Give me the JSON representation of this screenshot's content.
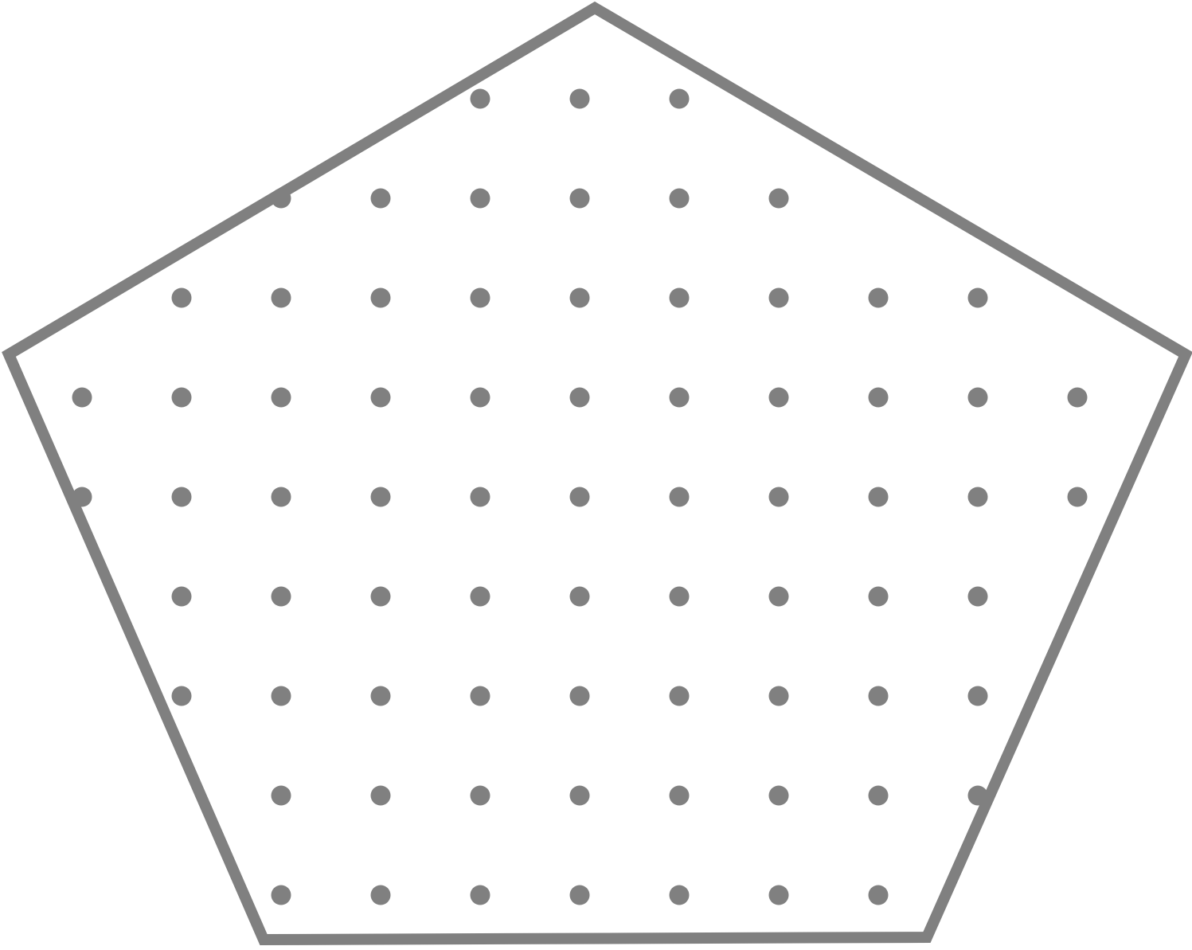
{
  "diagram": {
    "shape": "pentagon",
    "colors": {
      "background": "#ffffff",
      "outline": "#808080",
      "dot": "#808080"
    },
    "grid": {
      "type": "square dot grid",
      "rows": [
        {
          "row": 0,
          "columns": [
            4,
            5,
            6
          ]
        },
        {
          "row": 1,
          "columns": [
            2,
            3,
            4,
            5,
            6,
            7
          ]
        },
        {
          "row": 2,
          "columns": [
            1,
            2,
            3,
            4,
            5,
            6,
            7,
            8,
            9
          ]
        },
        {
          "row": 3,
          "columns": [
            0,
            1,
            2,
            3,
            4,
            5,
            6,
            7,
            8,
            9,
            10
          ]
        },
        {
          "row": 4,
          "columns": [
            0,
            1,
            2,
            3,
            4,
            5,
            6,
            7,
            8,
            9,
            10
          ]
        },
        {
          "row": 5,
          "columns": [
            1,
            2,
            3,
            4,
            5,
            6,
            7,
            8,
            9
          ]
        },
        {
          "row": 6,
          "columns": [
            1,
            2,
            3,
            4,
            5,
            6,
            7,
            8,
            9
          ]
        },
        {
          "row": 7,
          "columns": [
            2,
            3,
            4,
            5,
            6,
            7,
            8,
            9
          ]
        },
        {
          "row": 8,
          "columns": [
            2,
            3,
            4,
            5,
            6,
            7,
            8
          ]
        }
      ]
    }
  }
}
